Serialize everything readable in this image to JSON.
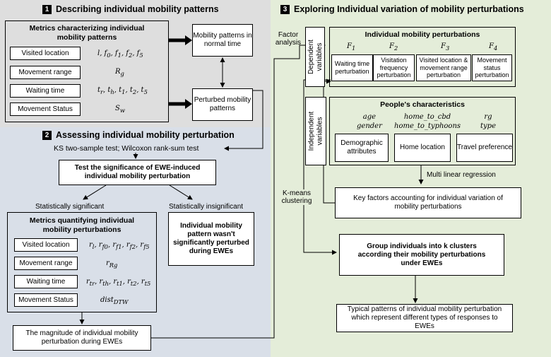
{
  "section1": {
    "number": "1",
    "title": "Describing individual mobility patterns",
    "metrics_title": "Metrics characterizing individual mobility patterns",
    "rows": [
      {
        "label": "Visited location",
        "formula": "l, f_0, f_1, f_2, f_5"
      },
      {
        "label": "Movement range",
        "formula": "R_g"
      },
      {
        "label": "Waiting time",
        "formula": "t_r, t_h, t_1, t_2, t_5"
      },
      {
        "label": "Movement Status",
        "formula": "S_w"
      }
    ],
    "normal_box": "Mobility patterns in normal time",
    "perturbed_box": "Perturbed mobility patterns"
  },
  "section2": {
    "number": "2",
    "title": "Assessing individual mobility perturbation",
    "tests": "KS two-sample test;  Wilcoxon rank-sum test",
    "significance_box": "Test the significance of EWE-induced individual mobility perturbation",
    "significant_label": "Statistically significant",
    "insignificant_label": "Statistically insignificant",
    "metrics_title": "Metrics quantifying individual mobility perturbations",
    "rows": [
      {
        "label": "Visited location",
        "formula": "r_l, r_f0, r_f1, r_f2, r_f5"
      },
      {
        "label": "Movement range",
        "formula": "r_Rg"
      },
      {
        "label": "Waiting time",
        "formula": "r_tr, r_th, r_t1, r_t2, r_t5"
      },
      {
        "label": "Movement Status",
        "formula": "dist_DTW"
      }
    ],
    "not_perturbed_box": "Individual mobility pattern wasn't significantly perturbed during EWEs",
    "magnitude_box": "The magnitude of individual mobility perturbation during EWEs"
  },
  "section3": {
    "number": "3",
    "title": "Exploring Individual variation of mobility perturbations",
    "factor_analysis": "Factor analysis",
    "dependent_label": "Dependent variables",
    "perturbations_title": "Individual mobility perturbations",
    "factors": [
      {
        "symbol": "F1",
        "label": "Waiting time perturbation"
      },
      {
        "symbol": "F2",
        "label": "Visitation frequency perturbation"
      },
      {
        "symbol": "F3",
        "label": "Visited location & movement range perturbation"
      },
      {
        "symbol": "F4",
        "label": "Movement status perturbation"
      }
    ],
    "independent_label": "Independent variables",
    "characteristics_title": "People's characteristics",
    "vars": {
      "col1": [
        "age",
        "gender"
      ],
      "col2": [
        "home_to_cbd",
        "home_to_typhoons"
      ],
      "col3": [
        "rg",
        "type"
      ]
    },
    "attr_boxes": [
      "Demographic attributes",
      "Home location",
      "Travel preference"
    ],
    "regression_label": "Multi linear regression",
    "kmeans_label": "K-means clustering",
    "key_factors_box": "Key factors accounting for individual variation of mobility perturbations",
    "group_box": "Group individuals into k clusters according their mobility perturbations under EWEs",
    "typical_box": "Typical patterns of individual mobility perturbation which represent different types of responses to EWEs"
  }
}
